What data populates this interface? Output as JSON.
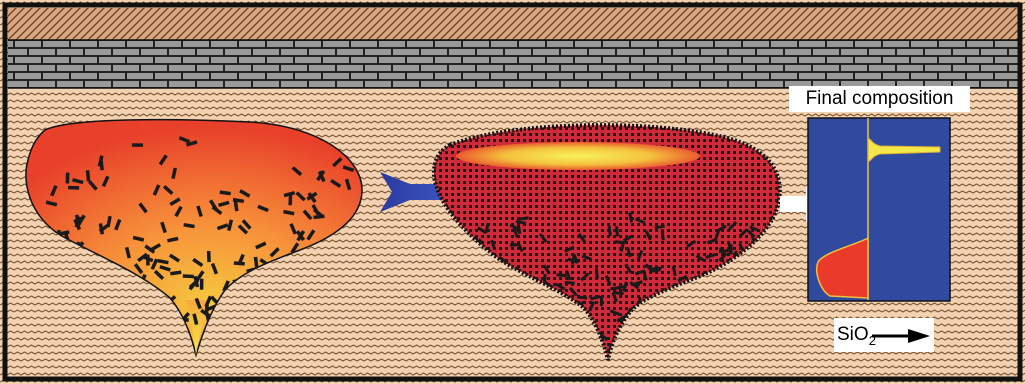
{
  "labels": {
    "final_composition": "Final composition",
    "sio2_base": "SiO",
    "sio2_subscript": "2"
  },
  "colors": {
    "country_rock": "#f3d2b2",
    "country_rock_wave": "#7a5530",
    "cap_layer": "#d9a67f",
    "limestone_band": "#9a9a9a",
    "magma_red": "#e8402a",
    "magma_orange": "#f7913a",
    "magma_yellow": "#f4e64a",
    "chamber_crimson": "#cf2a3a",
    "crystals": "#1a1a1a",
    "panel_blue": "#2f4a9e",
    "transition_arrow": "#3340a8"
  },
  "icons": [
    "transition-arrow-icon",
    "output-arrow-icon",
    "sio2-arrow-icon"
  ]
}
